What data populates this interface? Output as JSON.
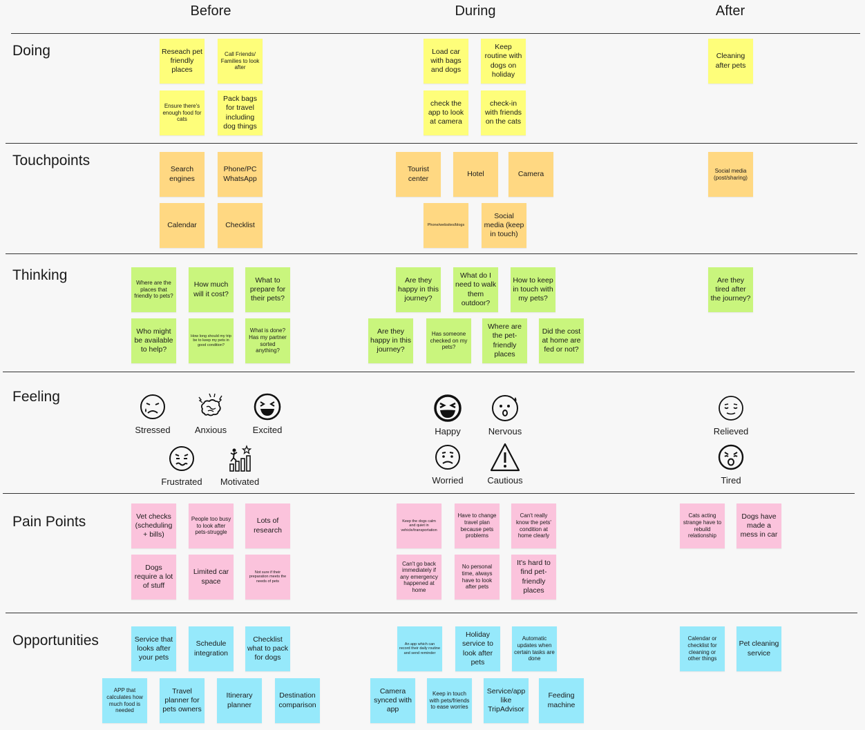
{
  "columns": [
    "Before",
    "During",
    "After"
  ],
  "rows": [
    "Doing",
    "Touchpoints",
    "Thinking",
    "Feeling",
    "Pain Points",
    "Opportunities"
  ],
  "notes": {
    "doing": [
      "Reseach pet friendly places",
      "Call Friends/ Families to look after",
      "Ensure there's enough food for cats",
      "Pack bags for travel including dog things",
      "Load car with bags and dogs",
      "Keep routine with dogs on holiday",
      "check the app to look at camera",
      "check-in with friends on the cats",
      "Cleaning after pets"
    ],
    "touchpoints": [
      "Search engines",
      "Phone/PC WhatsApp",
      "Calendar",
      "Checklist",
      "Tourist center",
      "Hotel",
      "Camera",
      "Phone/websites/blogs",
      "Social media (keep in touch)",
      "Social media (post/sharing)"
    ],
    "thinking": [
      "Where are the places that friendly to pets?",
      "How much will it cost?",
      "What to prepare for their pets?",
      "Who might be available to help?",
      "How long should my trip be to keep my pets in good condition?",
      "What is done? Has my partner sorted anything?",
      "Are they happy in this journey?",
      "What do I need to walk them outdoor?",
      "How to keep in touch with my pets?",
      "Are they happy in this journey?",
      "Has someone checked on my pets?",
      "Where are the pet-friendly places",
      "Did the cost at home are fed or not?",
      "Are they tired after the journey?"
    ],
    "pain": [
      "Vet checks (scheduling + bills)",
      "People too busy to look after pets-struggle",
      "Lots of research",
      "Dogs require a lot of stuff",
      "Limited car space",
      "Not sure if their preparation meets the needs of pets",
      "Keep the dogs calm and quiet in vehicle/transportation",
      "Have to change travel plan because pets problems",
      "Can't really know the pets' condition at home clearly",
      "Can't go back immediately if any emergency happened at home",
      "No personal time, always have to look after pets",
      "It's hard to find pet-friendly places",
      "Cats acting strange have to rebuild relationship",
      "Dogs have made a mess in car"
    ],
    "opportunities": [
      "Service that looks after your pets",
      "Schedule integration",
      "Checklist what to pack for dogs",
      "APP that calculates how much food is needed",
      "Travel planner for pets owners",
      "Itinerary planner",
      "Destination comparison",
      "An app which can record their daily routine and send reminder",
      "Holiday service to look after pets",
      "Automatic updates when certain tasks are done",
      "Camera synced with app",
      "Keep in touch with pets/friends to ease worries",
      "Service/app like TripAdvisor",
      "Feeding machine",
      "Calendar or checklist for cleaning or other things",
      "Pet cleaning service"
    ]
  },
  "feelings": {
    "labels": [
      "Stressed",
      "Anxious",
      "Excited",
      "Frustrated",
      "Motivated",
      "Happy",
      "Nervous",
      "Worried",
      "Cautious",
      "Relieved",
      "Tired"
    ],
    "icons": [
      "sad-sweat-face-icon",
      "anxious-brain-icon",
      "grinning-face-icon",
      "frustrated-face-icon",
      "motivated-chart-icon",
      "laughing-face-icon",
      "nervous-face-icon",
      "worried-face-icon",
      "warning-triangle-icon",
      "relieved-face-icon",
      "tired-face-icon"
    ]
  }
}
